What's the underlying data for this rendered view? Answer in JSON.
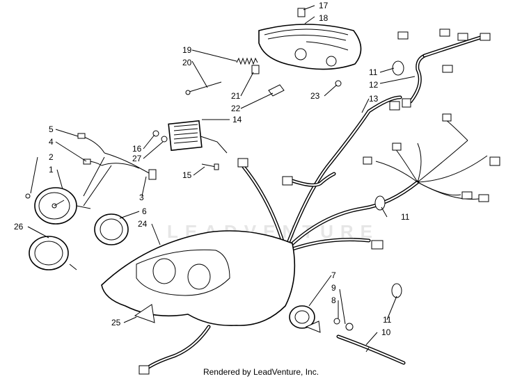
{
  "credit": "Rendered by LeadVenture, Inc.",
  "watermark": "LEADVENTURE",
  "callouts": [
    {
      "id": "17",
      "label": "17"
    },
    {
      "id": "18",
      "label": "18"
    },
    {
      "id": "19",
      "label": "19"
    },
    {
      "id": "20",
      "label": "20"
    },
    {
      "id": "21",
      "label": "21"
    },
    {
      "id": "22",
      "label": "22"
    },
    {
      "id": "23",
      "label": "23"
    },
    {
      "id": "11a",
      "label": "11"
    },
    {
      "id": "12",
      "label": "12"
    },
    {
      "id": "13",
      "label": "13"
    },
    {
      "id": "14",
      "label": "14"
    },
    {
      "id": "5",
      "label": "5"
    },
    {
      "id": "4",
      "label": "4"
    },
    {
      "id": "16",
      "label": "16"
    },
    {
      "id": "27",
      "label": "27"
    },
    {
      "id": "2",
      "label": "2"
    },
    {
      "id": "1",
      "label": "1"
    },
    {
      "id": "15",
      "label": "15"
    },
    {
      "id": "3",
      "label": "3"
    },
    {
      "id": "11b",
      "label": "11"
    },
    {
      "id": "6",
      "label": "6"
    },
    {
      "id": "24",
      "label": "24"
    },
    {
      "id": "26",
      "label": "26"
    },
    {
      "id": "7",
      "label": "7"
    },
    {
      "id": "9",
      "label": "9"
    },
    {
      "id": "8",
      "label": "8"
    },
    {
      "id": "11c",
      "label": "11"
    },
    {
      "id": "25",
      "label": "25"
    },
    {
      "id": "10",
      "label": "10"
    }
  ]
}
